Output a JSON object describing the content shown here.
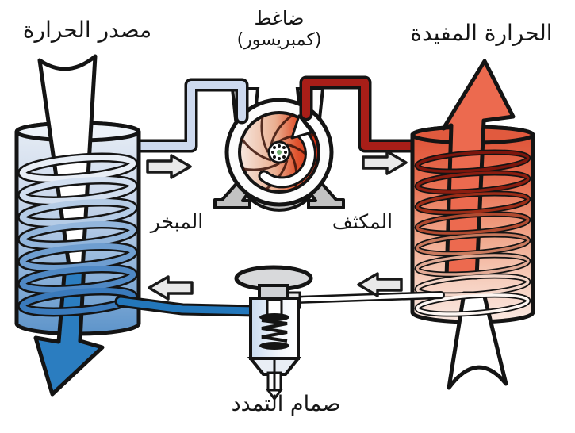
{
  "diagram": {
    "title_semantic": "heat-pump-refrigeration-cycle",
    "labels": {
      "heat_source": "مصدر الحرارة",
      "compressor_line1": "ضاغط",
      "compressor_line2": "(كمبريسور)",
      "useful_heat": "الحرارة المفيدة",
      "evaporator": "المبخر",
      "condenser": "المكثف",
      "expansion_valve": "صمام التمدد"
    },
    "components": [
      {
        "name": "evaporator-cylinder",
        "side": "left",
        "coil_color": "cold-blue"
      },
      {
        "name": "condenser-cylinder",
        "side": "right",
        "coil_color": "hot-red"
      },
      {
        "name": "compressor-pump",
        "position": "top-center",
        "detail": "spiral impeller with rotation arrow"
      },
      {
        "name": "expansion-valve",
        "position": "bottom-center",
        "detail": "dome cap, spring, needle"
      }
    ],
    "flow_arrows": [
      {
        "icon": "flow-arrow-right-icon",
        "from": "evaporator",
        "to": "compressor"
      },
      {
        "icon": "flow-arrow-right-icon",
        "from": "compressor",
        "to": "condenser"
      },
      {
        "icon": "flow-arrow-left-icon",
        "from": "condenser",
        "to": "expansion-valve"
      },
      {
        "icon": "flow-arrow-left-icon",
        "from": "expansion-valve",
        "to": "evaporator"
      }
    ],
    "big_arrows": [
      {
        "icon": "cold-outflow-arrow-icon",
        "direction": "down",
        "color": "#2b7dc0"
      },
      {
        "icon": "useful-heat-arrow-icon",
        "direction": "up",
        "color": "#ec6a4f"
      }
    ],
    "colors": {
      "background": "#ffffff",
      "outline": "#141414",
      "suction_pipe": "#cdd9ee",
      "discharge_pipe": "#a81e18",
      "liquid_pipe": "#2377bb",
      "cold_arrow": "#2b7dc0",
      "hot_arrow": "#ec6a4f",
      "evaporator_top": "#e7edf5",
      "evaporator_bottom": "#5d94ca",
      "condenser_top": "#dd4f34",
      "condenser_bottom": "#fae9e2",
      "impeller_red": "#d02a10",
      "flow_arrow_fill": "#e9e9e9",
      "compressor_feet": "#c2c2c2",
      "valve_dome": "#d8d9db"
    }
  }
}
